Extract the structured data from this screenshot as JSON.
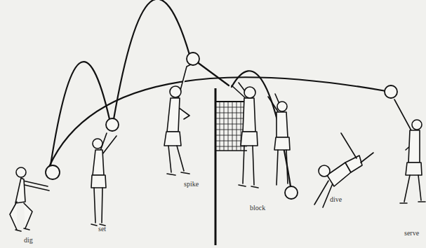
{
  "diagram": {
    "labels": [
      "dig",
      "set",
      "spike",
      "block",
      "dive",
      "serve"
    ]
  }
}
